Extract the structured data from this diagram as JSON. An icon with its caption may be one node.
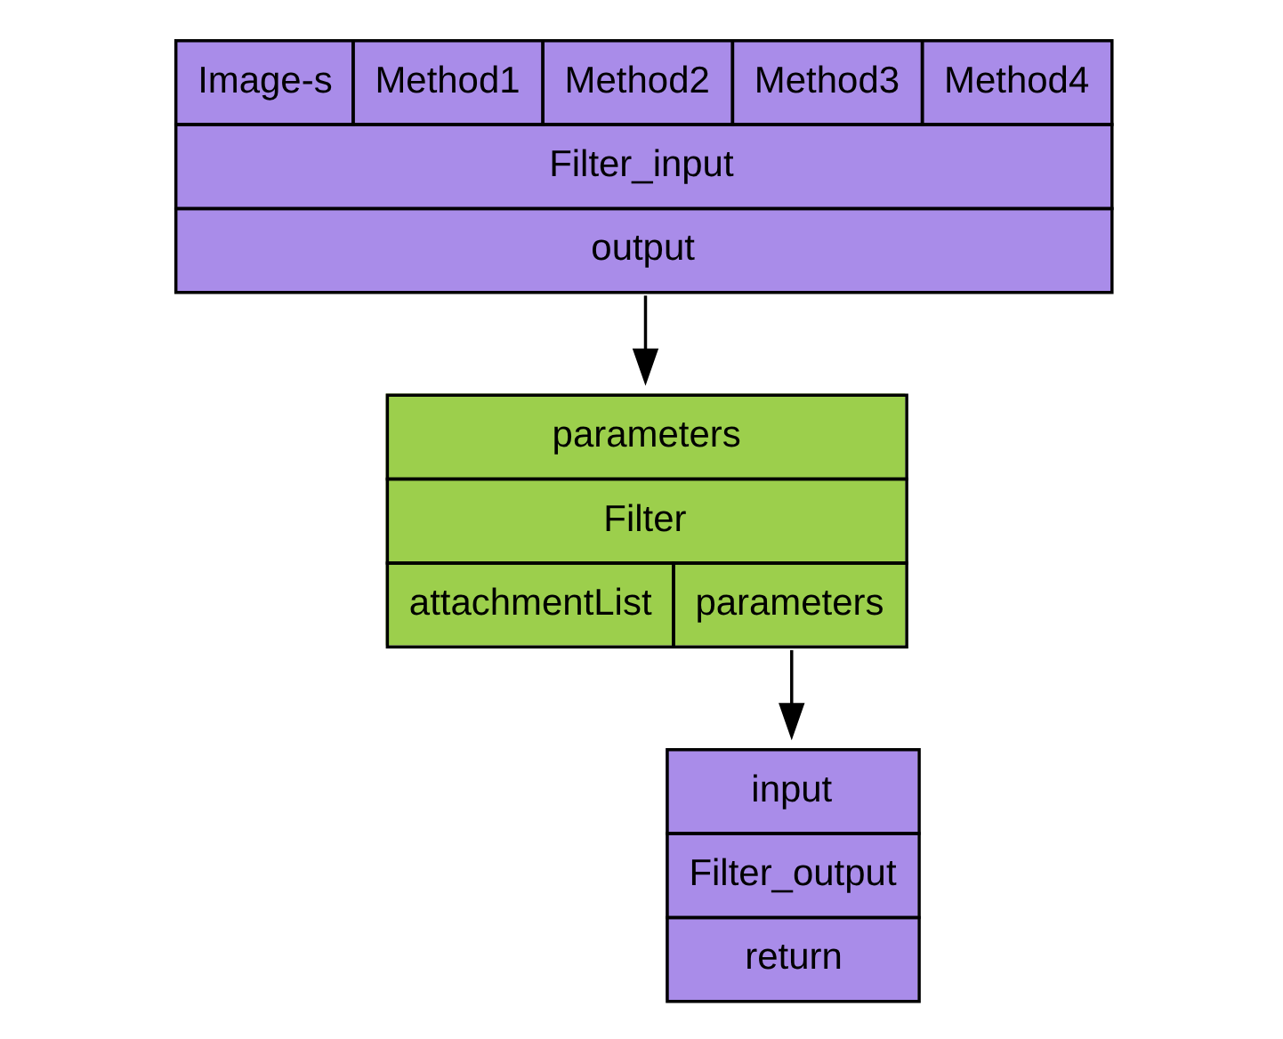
{
  "diagram": {
    "nodes": [
      {
        "text": [
          "Image-s",
          "Method1",
          "Method2",
          "Method3",
          "Method4",
          "Filter_input",
          "output"
        ]
      },
      {
        "text": [
          "parameters",
          "Filter",
          "attachmentList",
          "parameters"
        ]
      },
      {
        "text": [
          "input",
          "Filter_output",
          "return"
        ]
      }
    ],
    "edges": [
      {
        "from": 0,
        "to": 1,
        "arrow": "to"
      },
      {
        "from": 1,
        "to": 2,
        "arrow": "to"
      }
    ]
  }
}
